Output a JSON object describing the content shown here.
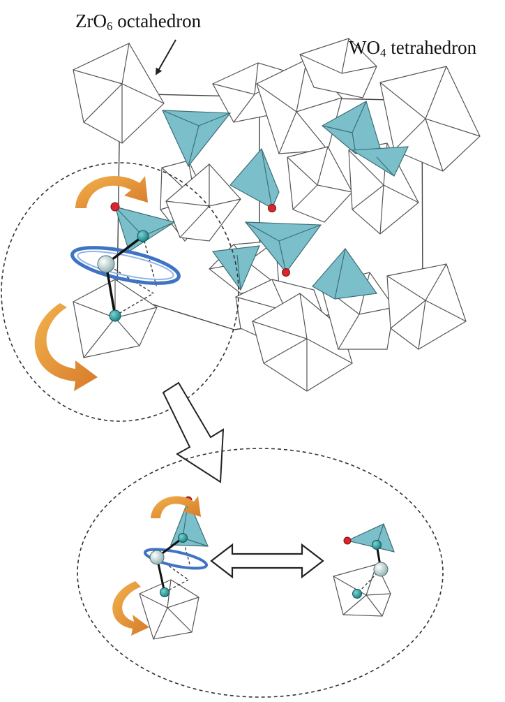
{
  "labels": {
    "zro6": {
      "main": "ZrO",
      "sub": "6",
      "rest": " octahedron"
    },
    "wo4": {
      "main": "WO",
      "sub": "4",
      "rest": " tetrahedron"
    }
  },
  "colors": {
    "tetrahedron_fill": "#7bbfca",
    "octahedron_stroke": "#555555",
    "oxygen_red": "#d9262b",
    "oxygen_teal": "#2a9a9c",
    "metal_atom": "#a7c6c6",
    "rotation_arrow": "#eb9a3a",
    "libration_ring": "#3f74c4",
    "outline": "#222222"
  },
  "icons": {
    "rotation": "curved-arrow",
    "transition": "double-headed-arrow",
    "zoom": "down-left-arrow"
  }
}
